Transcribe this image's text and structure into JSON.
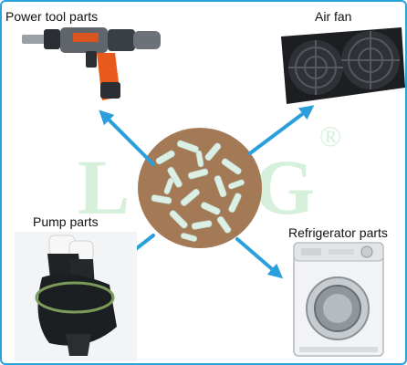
{
  "labels": {
    "power_tool": "Power tool parts",
    "air_fan": "Air fan",
    "pump": "Pump parts",
    "refrigerator": "Refrigerator parts"
  },
  "watermark": {
    "text": "LI G",
    "registered": "®"
  },
  "colors": {
    "border": "#2aa3dc",
    "arrow": "#2b9fdc",
    "watermark": "#bfe6c9",
    "pellet_bg": "#a47a56",
    "pellet": "#d9ece3"
  },
  "icons": [
    "power-drill-icon",
    "air-fan-shroud-icon",
    "pump-part-icon",
    "washing-machine-icon",
    "pellets-icon"
  ]
}
